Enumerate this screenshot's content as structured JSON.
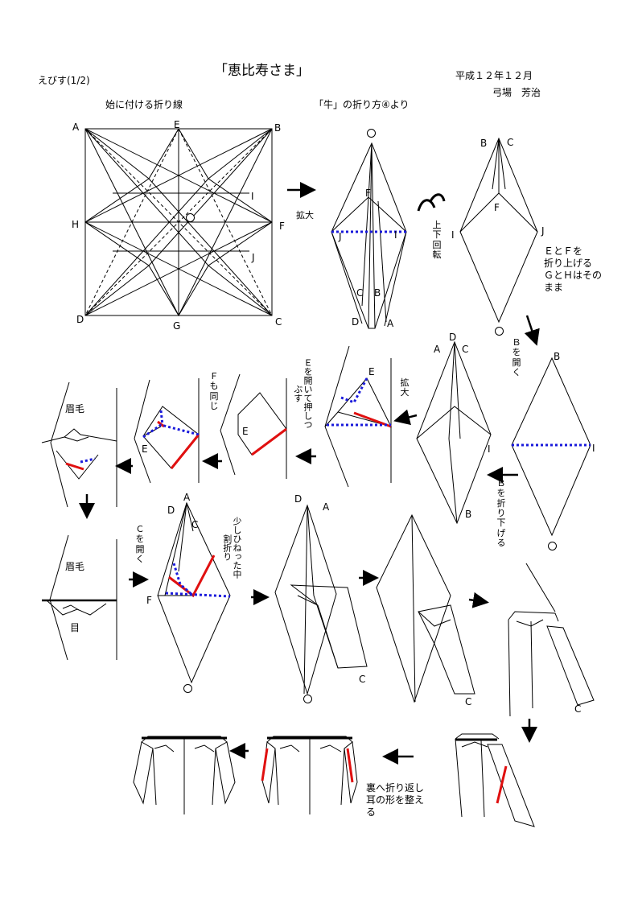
{
  "header": {
    "series": "えびす(1/2)",
    "title": "「恵比寿さま」",
    "date": "平成１２年１２月",
    "author": "弓場　芳治"
  },
  "captions": {
    "base_crease": "始に付ける折り線",
    "from_ox": "「牛」の折り方④より"
  },
  "square_labels": {
    "A": "A",
    "B": "B",
    "C": "C",
    "D": "D",
    "E": "E",
    "F": "F",
    "G": "G",
    "H": "H",
    "I": "I",
    "J": "J"
  },
  "instructions": {
    "enlarge": "拡大",
    "flip": "上下回転",
    "fold_up_ef": [
      "ＥとＦを",
      "折り上げる",
      "ＧとＨはその",
      "まま"
    ],
    "open_b": "Ｂを開く",
    "fold_down_b": "Ｂを折り下げる",
    "enlarge2": "拡大",
    "open_e": "Ｅを開いて押しつぶす",
    "f_same": "Ｆも同じ",
    "eyebrow": "眉毛",
    "eye": "目",
    "open_c": "Ｃを開く",
    "twist_fold": "少しひねった中割折り",
    "back_fold": [
      "裏へ折り返し",
      "耳の形を整え",
      "る"
    ]
  }
}
